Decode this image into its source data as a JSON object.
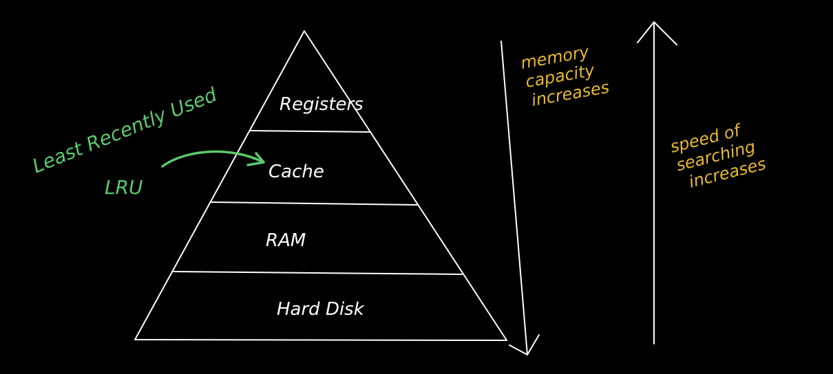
{
  "diagram": {
    "title": "Memory Hierarchy Pyramid",
    "colors": {
      "background": "#000000",
      "structure": "#ffffff",
      "annotation_green": "#5cc96c",
      "annotation_yellow": "#e8b931"
    },
    "pyramid": {
      "levels": [
        {
          "label": "Registers"
        },
        {
          "label": "Cache"
        },
        {
          "label": "RAM"
        },
        {
          "label": "Hard Disk"
        }
      ]
    },
    "annotations": {
      "lru_full": "Least Recently Used",
      "lru_abbrev": "LRU",
      "lru_arrow_target": "Cache"
    },
    "axes": {
      "down_arrow": {
        "direction": "down",
        "lines": [
          "memory",
          "capacity",
          "increases"
        ]
      },
      "up_arrow": {
        "direction": "up",
        "lines": [
          "speed of",
          "searching",
          "increases"
        ]
      }
    }
  }
}
